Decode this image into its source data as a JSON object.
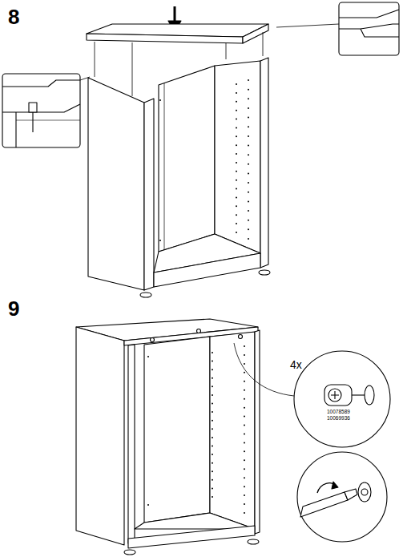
{
  "diagram": {
    "labels": [
      "8",
      "9",
      "4x",
      "10078589",
      "10069936"
    ]
  }
}
